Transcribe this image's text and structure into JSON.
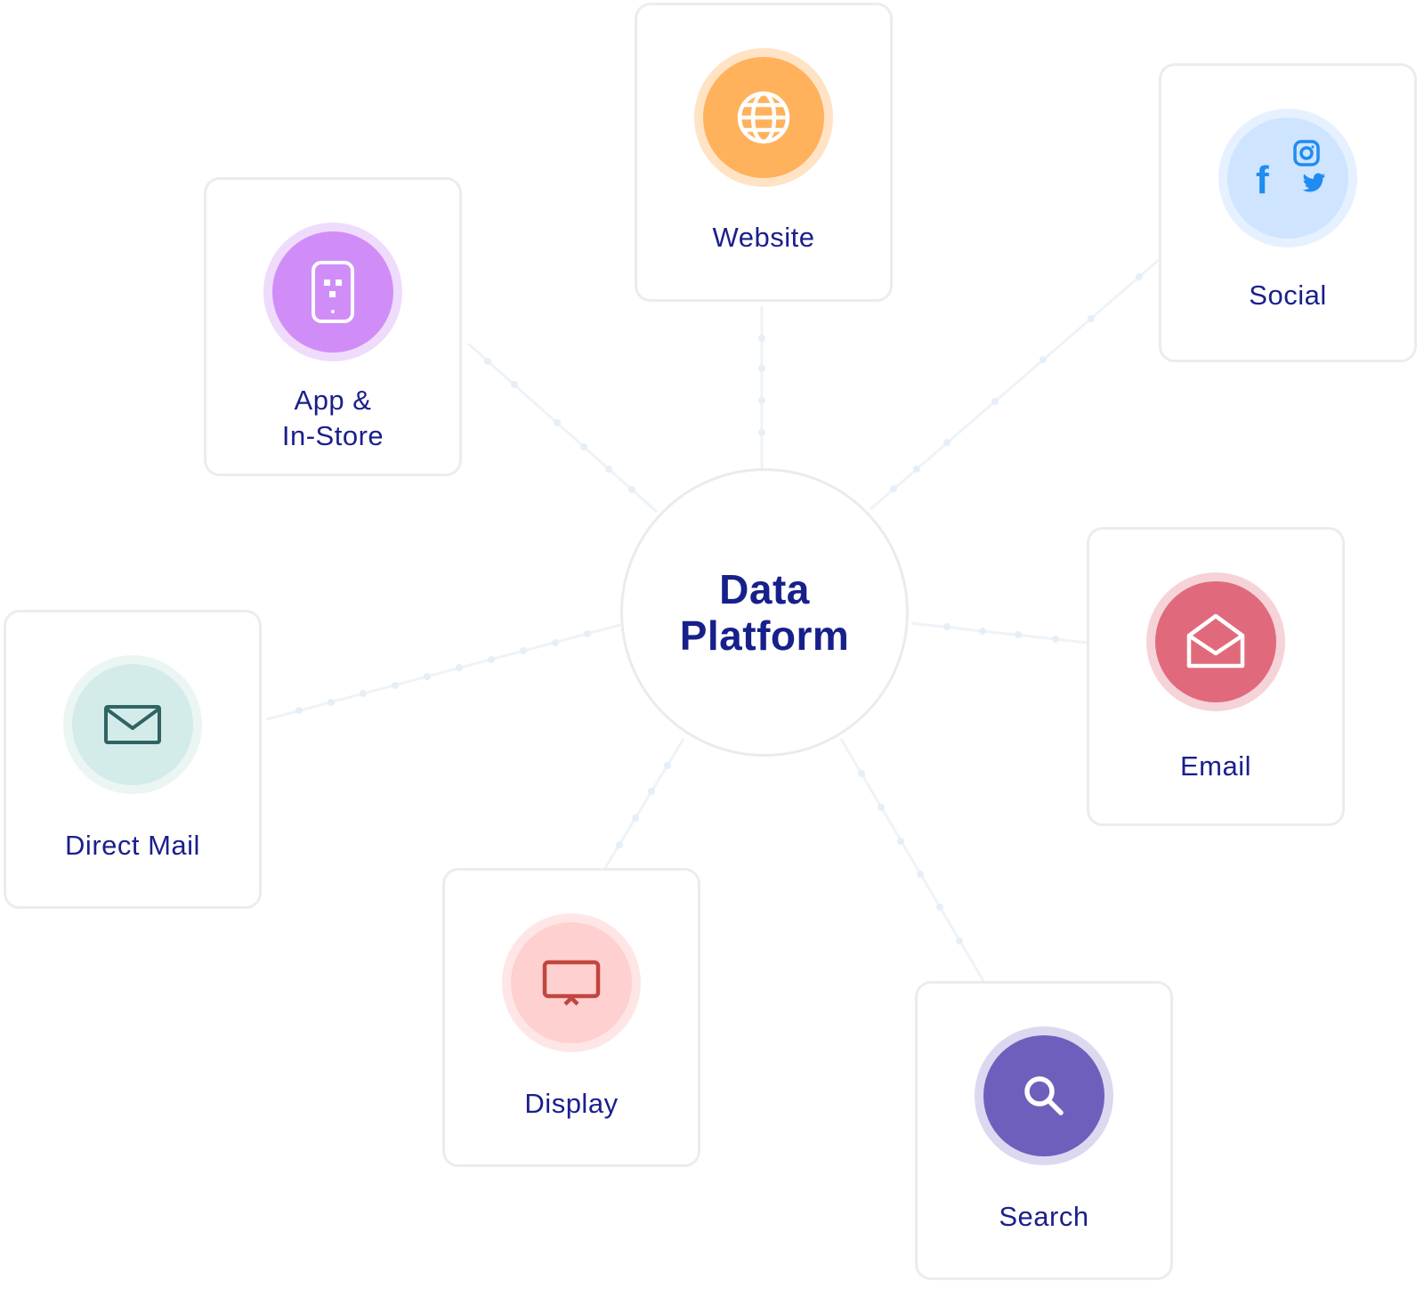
{
  "hub": {
    "line1": "Data",
    "line2": "Platform"
  },
  "channels": {
    "website": {
      "label": "Website",
      "icon": "globe-icon",
      "color": "#ffb15c",
      "halo": "#ffe3c4"
    },
    "social": {
      "label": "Social",
      "icons": [
        "facebook-icon",
        "instagram-icon",
        "twitter-icon"
      ],
      "color": "#cfe4ff",
      "halo": "#e6f1ff",
      "icon_color": "#1f8cf0"
    },
    "app_instore": {
      "label_line1": "App &",
      "label_line2": "In-Store",
      "icon": "phone-icon",
      "color": "#d08df7",
      "halo": "#efdbfb"
    },
    "email": {
      "label": "Email",
      "icon": "open-envelope-icon",
      "color": "#e06a7b",
      "halo": "#f6d3d8"
    },
    "direct_mail": {
      "label": "Direct Mail",
      "icon": "envelope-icon",
      "color": "#d3ebe9",
      "halo": "#ebf5f4",
      "icon_color": "#2f6463"
    },
    "display": {
      "label": "Display",
      "icon": "monitor-icon",
      "color": "#ffd0d0",
      "halo": "#ffe6e6",
      "icon_color": "#c0463f"
    },
    "search": {
      "label": "Search",
      "icon": "magnifier-icon",
      "color": "#6f5fbd",
      "halo": "#ddd8f0"
    }
  }
}
